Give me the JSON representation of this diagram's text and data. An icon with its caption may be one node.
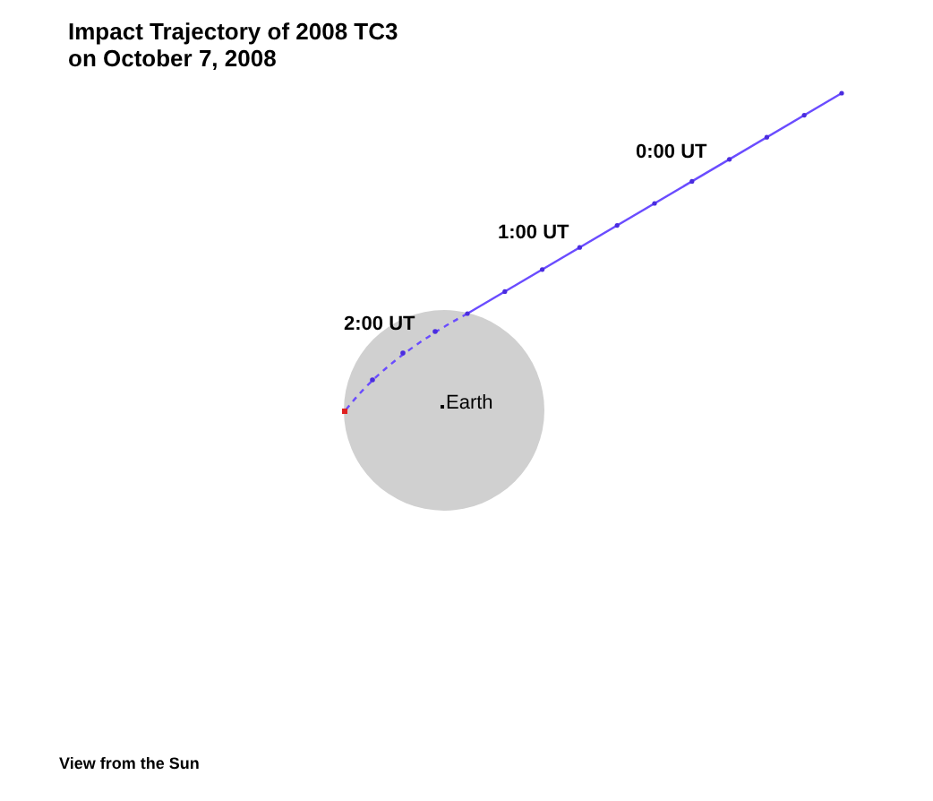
{
  "diagram": {
    "title": "Impact Trajectory of 2008 TC3 on October 7, 2008",
    "caption": "View from the Sun",
    "nodes": [
      {
        "text": [
          "Earth"
        ]
      }
    ],
    "labels": [
      "0:00 UT",
      "1:00 UT",
      "2:00 UT"
    ]
  }
}
